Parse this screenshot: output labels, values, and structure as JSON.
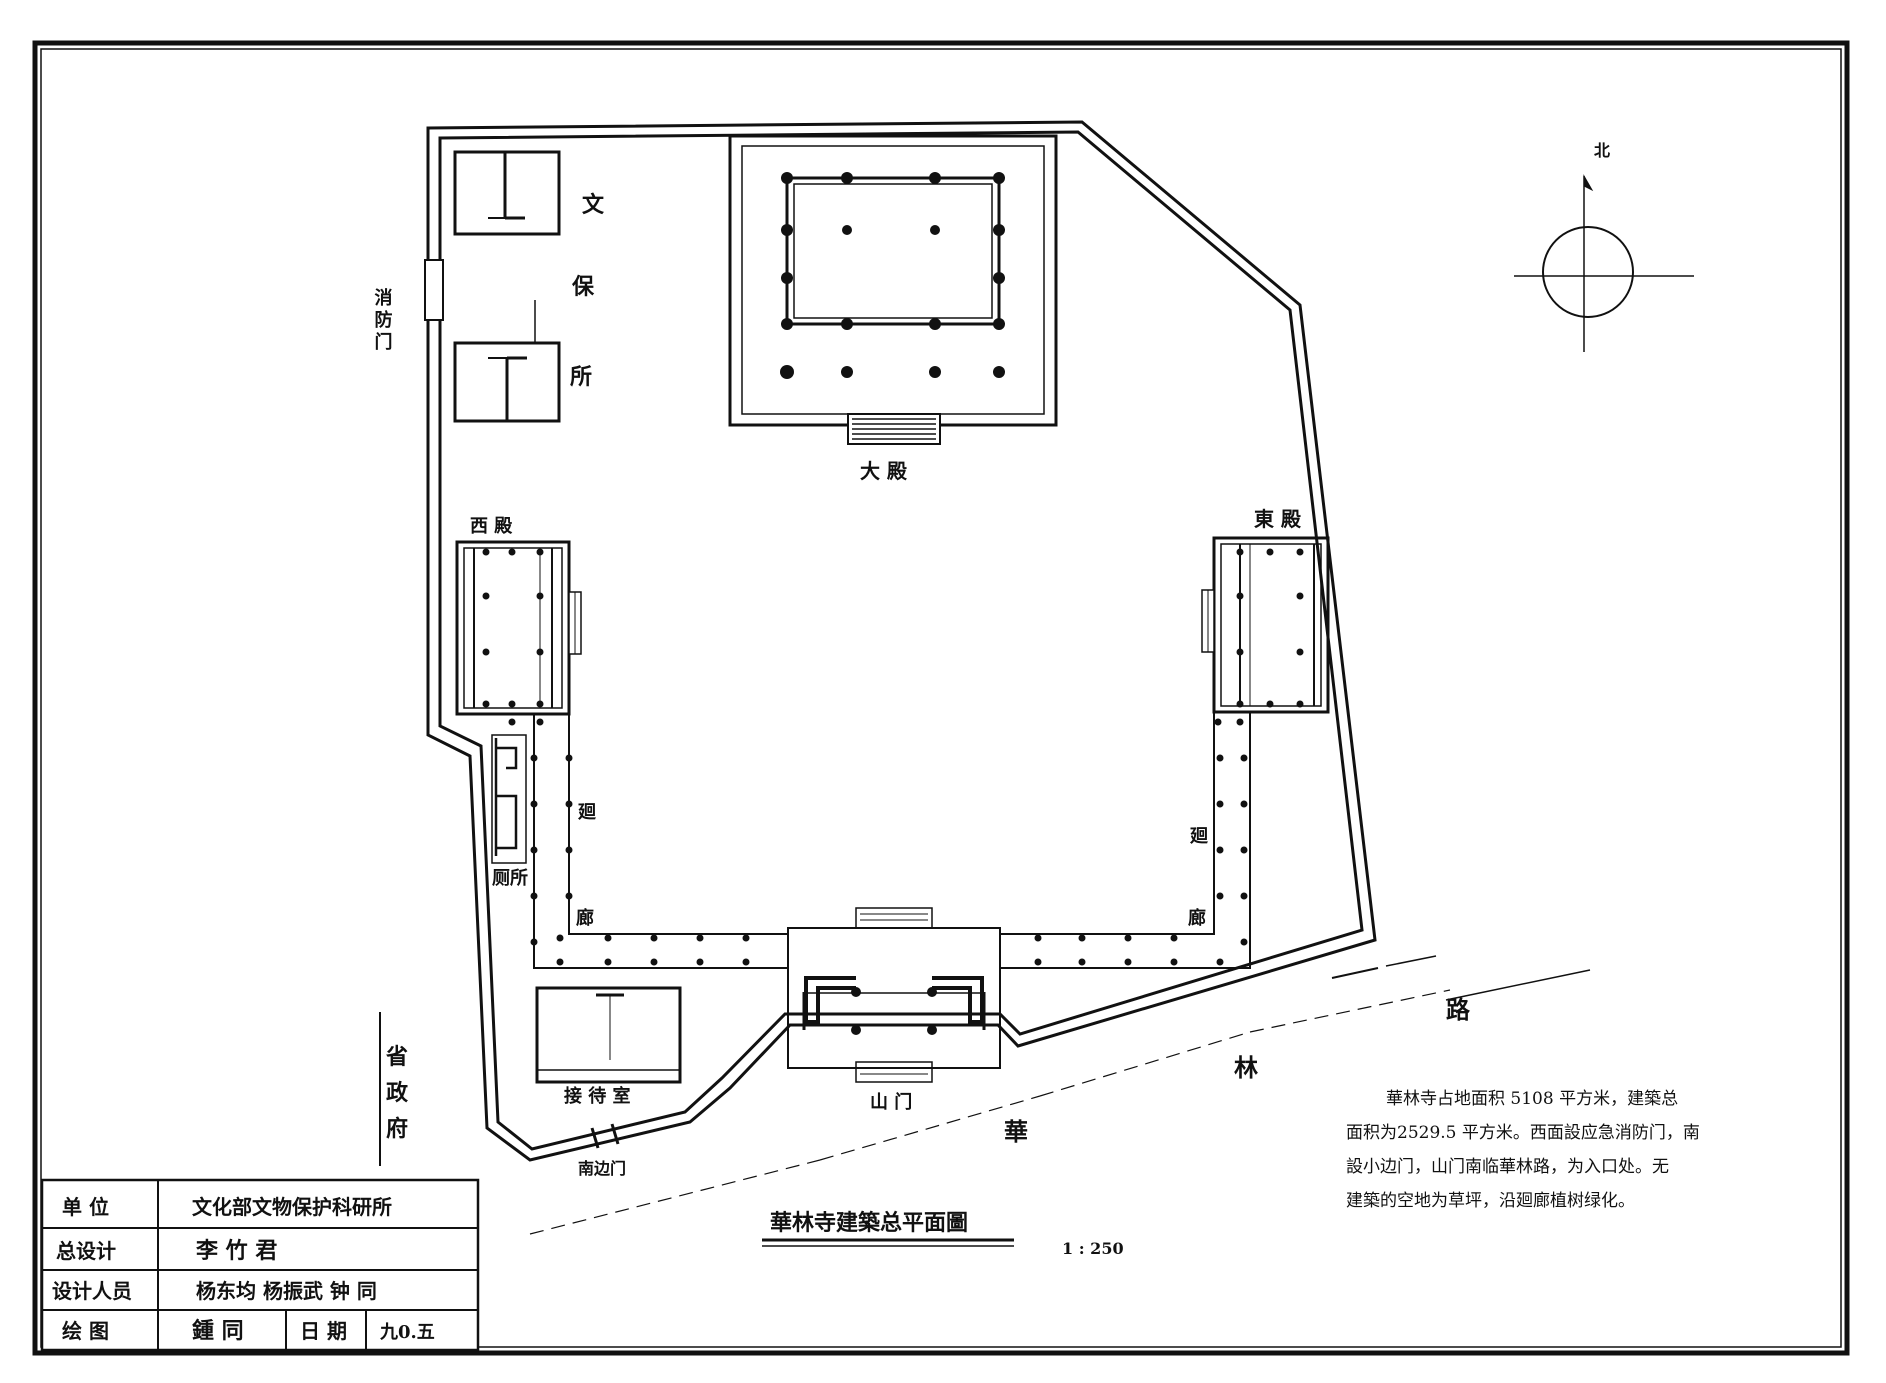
{
  "labels": {
    "wenbaosuo_1": "文",
    "wenbaosuo_2": "保",
    "wenbaosuo_3": "所",
    "fire_gate": "消防门",
    "main_hall": "大 殿",
    "west_hall": "西 殿",
    "east_hall": "東 殿",
    "corridor_w_1": "廻",
    "corridor_w_2": "廊",
    "corridor_e_1": "廻",
    "corridor_e_2": "廊",
    "toilet": "厕所",
    "mountain_gate": "山 门",
    "guard_room": "接 待 室",
    "south_side_gate": "南边门",
    "north": "北",
    "provincial_govt_1": "省",
    "provincial_govt_2": "政",
    "provincial_govt_3": "府",
    "road_1": "華",
    "road_2": "林",
    "road_3": "路"
  },
  "description": {
    "line1": "華林寺占地面积 5108 平方米，建築总",
    "line2": "面积为2529.5 平方米。西面設应急消防门，南",
    "line3": "設小边门，山门南临華林路，为入口处。无",
    "line4": "建築的空地为草坪，沿廻廊植树绿化。"
  },
  "drawing_title": "華林寺建築总平面圖",
  "scale": "1 : 250",
  "title_block": {
    "unit_label": "单 位",
    "unit_value": "文化部文物保护科研所",
    "chief_designer_label": "总设计",
    "chief_designer_value": "李 竹 君",
    "designers_label": "设计人员",
    "designers_value": "杨东均  杨振武  钟 同",
    "drafter_label": "绘 图",
    "drafter_value": "鍾 同",
    "date_label": "日 期",
    "date_value": "九0.五"
  }
}
